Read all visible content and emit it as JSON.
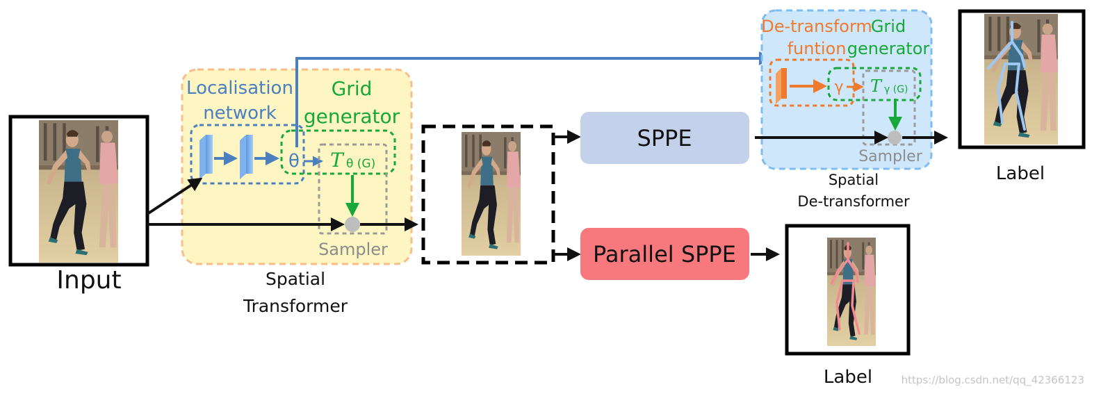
{
  "input_label": "Input",
  "spatial_transformer": {
    "localisation_line1": "Localisation",
    "localisation_line2": "network",
    "grid_line1": "Grid",
    "grid_line2": "generator",
    "theta": "θ",
    "t_symbol": "T",
    "t_subscript": "θ (G)",
    "sampler": "Sampler",
    "caption_line1": "Spatial",
    "caption_line2": "Transformer"
  },
  "sppe_label": "SPPE",
  "parallel_sppe_label": "Parallel SPPE",
  "spatial_detransformer": {
    "detransform_line1": "De-transform",
    "detransform_line2": "funtion",
    "grid_line1": "Grid",
    "grid_line2": "generator",
    "gamma": "γ",
    "t_symbol": "T",
    "t_subscript": "γ (G)",
    "sampler": "Sampler",
    "caption_line1": "Spatial",
    "caption_line2": "De-transformer"
  },
  "label_top": "Label",
  "label_bottom": "Label",
  "watermark": "https://blog.csdn.net/qq_42366123",
  "colors": {
    "st_fill": "#fdf5c2",
    "st_border": "#f5be8a",
    "dt_fill": "#cfe7fa",
    "dt_border": "#7fbdf0",
    "sppe_fill": "#c3d1ea",
    "parallel_fill": "#f7797e",
    "flow_blue": "#4a7fc0",
    "green": "#16a83a",
    "orange": "#ee7a2f"
  },
  "icons": {
    "photo": "dancer-photo",
    "skeleton_top": "blue-skeleton-overlay",
    "skeleton_bottom": "pink-skeleton-overlay",
    "layer": "3d-layer-block"
  }
}
